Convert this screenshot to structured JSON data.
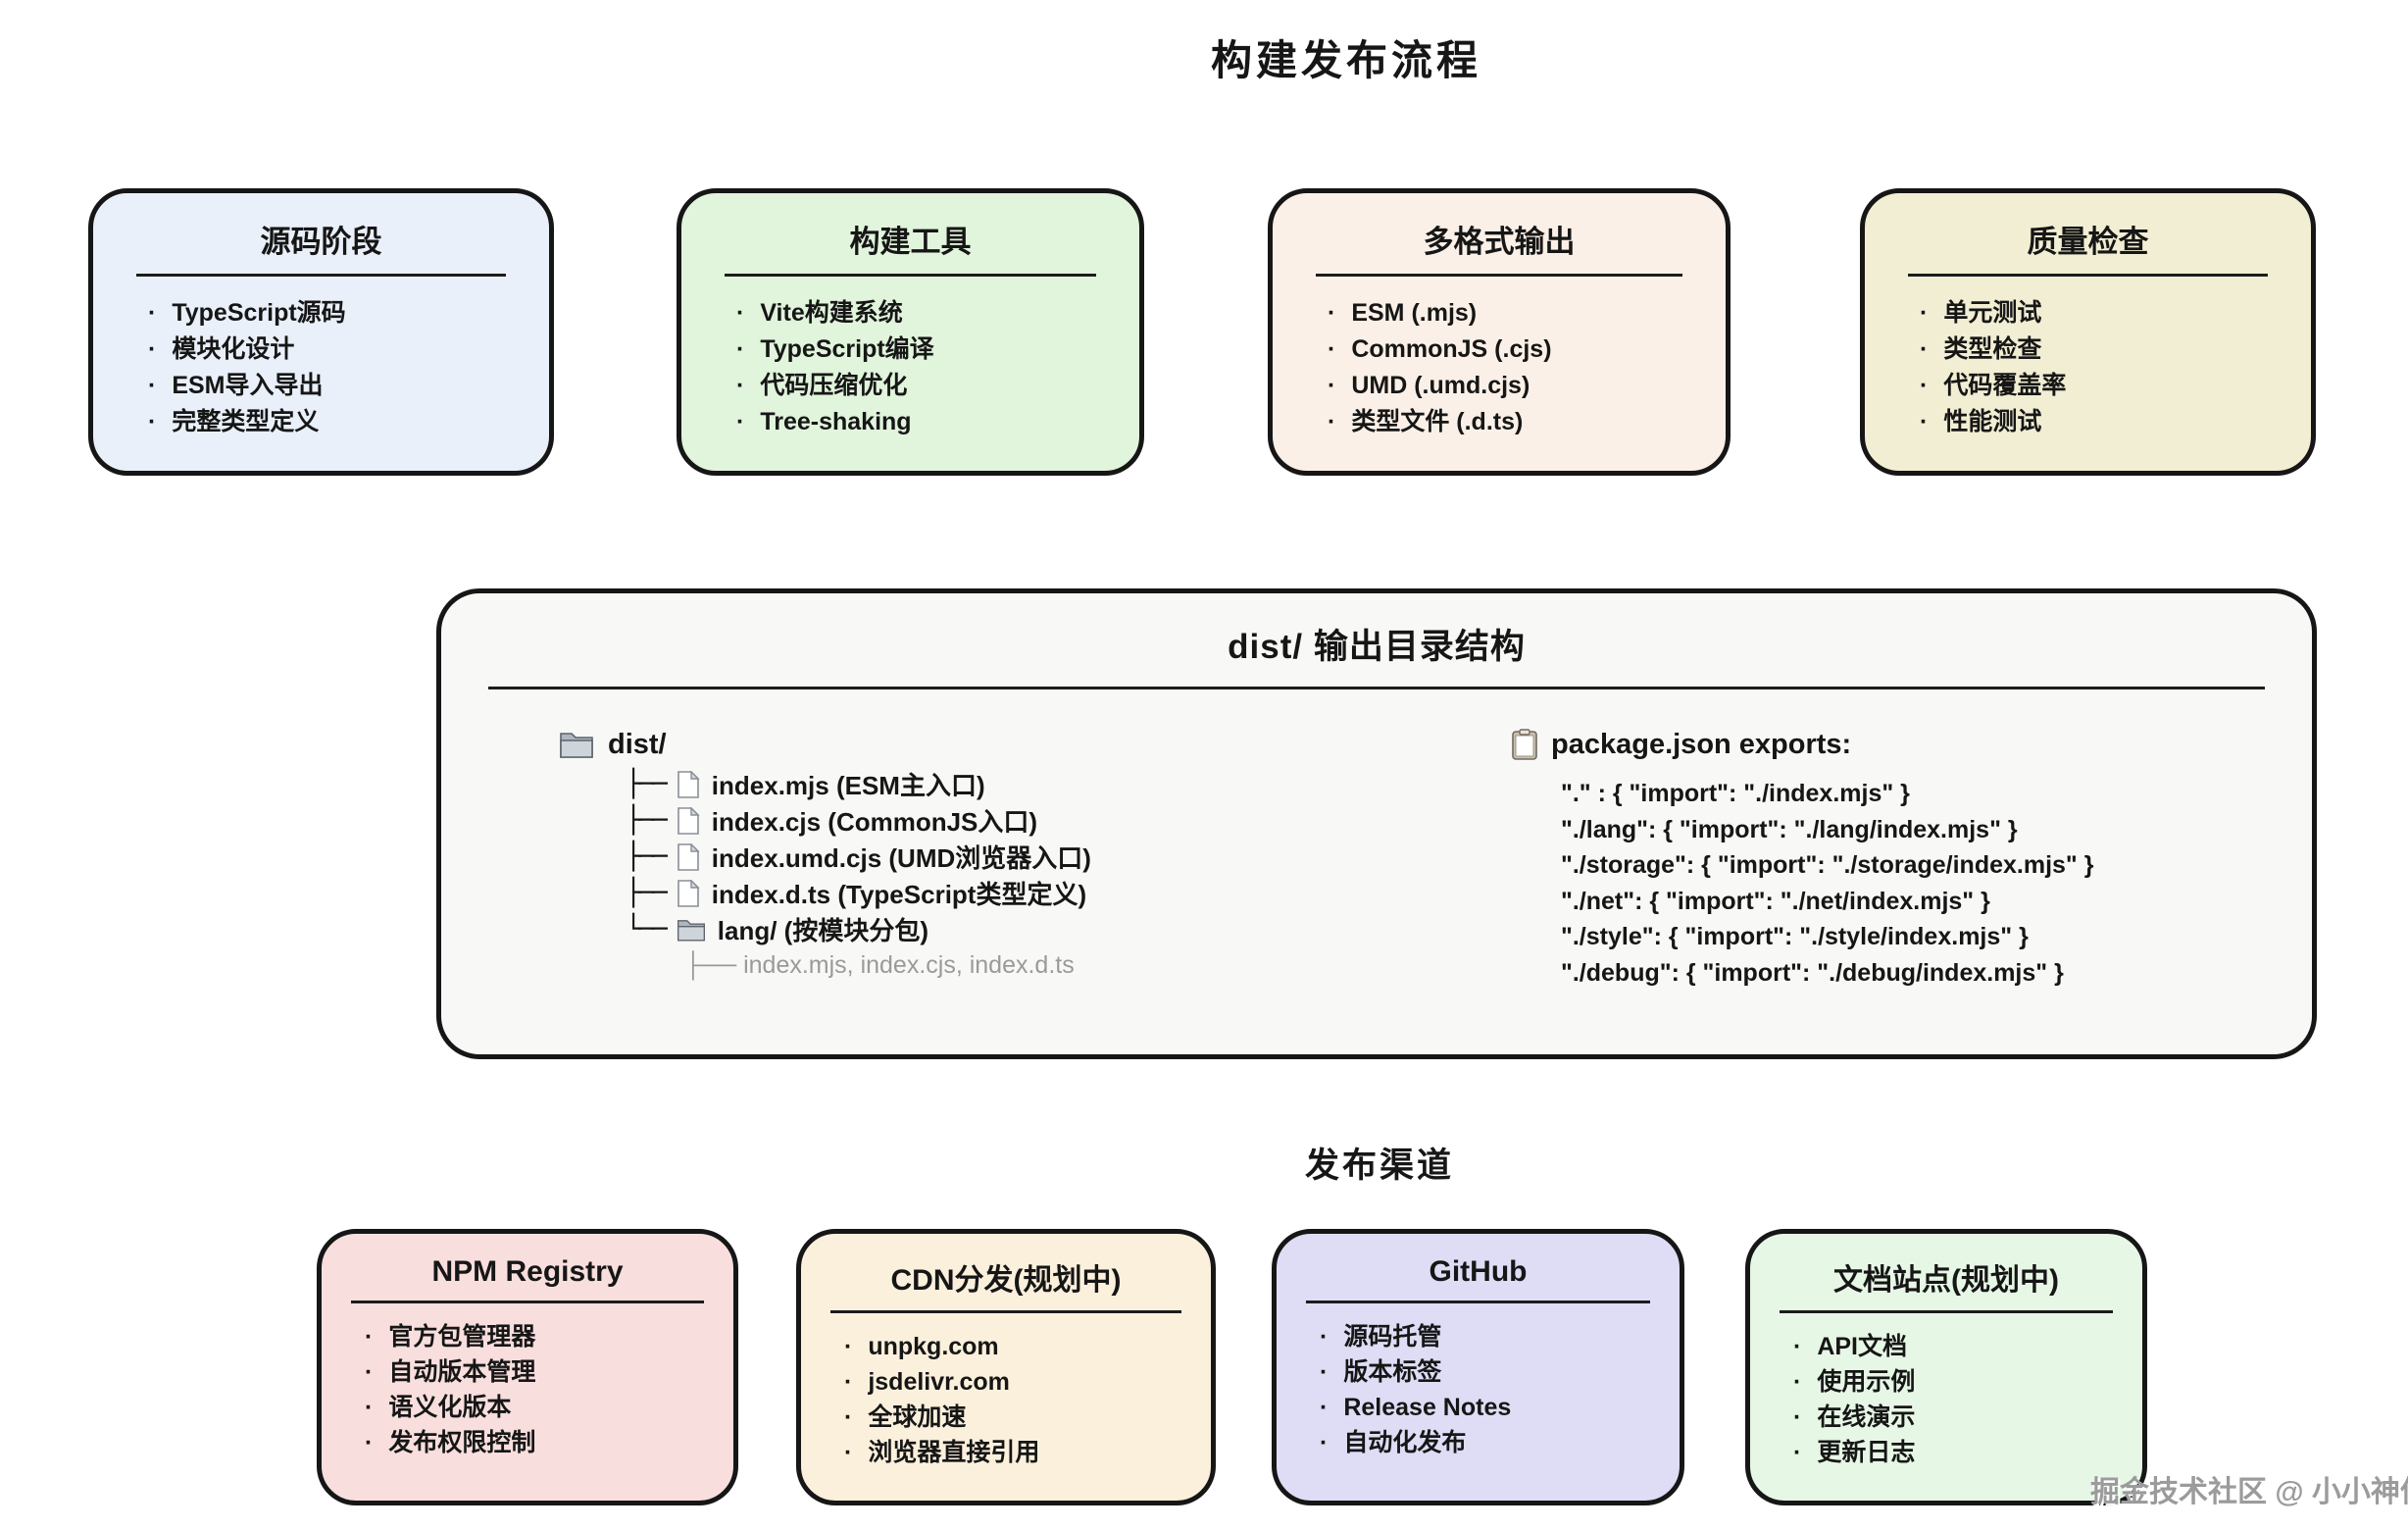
{
  "title": "构建发布流程",
  "stage_cards": [
    {
      "title": "源码阶段",
      "bg": "#eaf0f9",
      "items": [
        "TypeScript源码",
        "模块化设计",
        "ESM导入导出",
        "完整类型定义"
      ]
    },
    {
      "title": "构建工具",
      "bg": "#e1f4dc",
      "items": [
        "Vite构建系统",
        "TypeScript编译",
        "代码压缩优化",
        "Tree-shaking"
      ]
    },
    {
      "title": "多格式输出",
      "bg": "#fbf0e7",
      "items": [
        "ESM (.mjs)",
        "CommonJS (.cjs)",
        "UMD (.umd.cjs)",
        "类型文件 (.d.ts)"
      ]
    },
    {
      "title": "质量检查",
      "bg": "#f1eed3",
      "items": [
        "单元测试",
        "类型检查",
        "代码覆盖率",
        "性能测试"
      ]
    }
  ],
  "dist_box": {
    "title": "dist/ 输出目录结构",
    "tree": {
      "root": "dist/",
      "entries": [
        {
          "connector": "├──",
          "icon": "file-icon",
          "label": "index.mjs (ESM主入口)"
        },
        {
          "connector": "├──",
          "icon": "file-icon",
          "label": "index.cjs (CommonJS入口)"
        },
        {
          "connector": "├──",
          "icon": "file-icon",
          "label": "index.umd.cjs (UMD浏览器入口)"
        },
        {
          "connector": "├──",
          "icon": "file-icon",
          "label": "index.d.ts (TypeScript类型定义)"
        },
        {
          "connector": "└──",
          "icon": "folder-icon",
          "label": "lang/ (按模块分包)"
        }
      ],
      "sub_entry": "├── index.mjs, index.cjs, index.d.ts"
    },
    "exports": {
      "title": "package.json exports:",
      "lines": [
        "\".\" : { \"import\": \"./index.mjs\" }",
        "\"./lang\": { \"import\": \"./lang/index.mjs\" }",
        "\"./storage\": { \"import\": \"./storage/index.mjs\" }",
        "\"./net\": { \"import\": \"./net/index.mjs\" }",
        "\"./style\": { \"import\": \"./style/index.mjs\" }",
        "\"./debug\": { \"import\": \"./debug/index.mjs\" }"
      ]
    }
  },
  "channels_title": "发布渠道",
  "channel_cards": [
    {
      "title": "NPM Registry",
      "bg": "#f9dede",
      "items": [
        "官方包管理器",
        "自动版本管理",
        "语义化版本",
        "发布权限控制"
      ]
    },
    {
      "title": "CDN分发(规划中)",
      "bg": "#fbf0dc",
      "items": [
        "unpkg.com",
        "jsdelivr.com",
        "全球加速",
        "浏览器直接引用"
      ]
    },
    {
      "title": "GitHub",
      "bg": "#deddf5",
      "items": [
        "源码托管",
        "版本标签",
        "Release Notes",
        "自动化发布"
      ]
    },
    {
      "title": "文档站点(规划中)",
      "bg": "#e7f7e6",
      "items": [
        "API文档",
        "使用示例",
        "在线演示",
        "更新日志"
      ]
    }
  ],
  "watermark": "掘金技术社区 @ 小小神仙",
  "colors": {
    "border": "#161616",
    "canvas": "#ffffff",
    "dist_box_bg": "#f8f8f6",
    "muted_tree_text": "#9a9a9a",
    "watermark_text": "#9b9b9b"
  },
  "icons": {
    "folder-icon": "📁",
    "file-icon": "📄",
    "clipboard-icon": "📋"
  }
}
